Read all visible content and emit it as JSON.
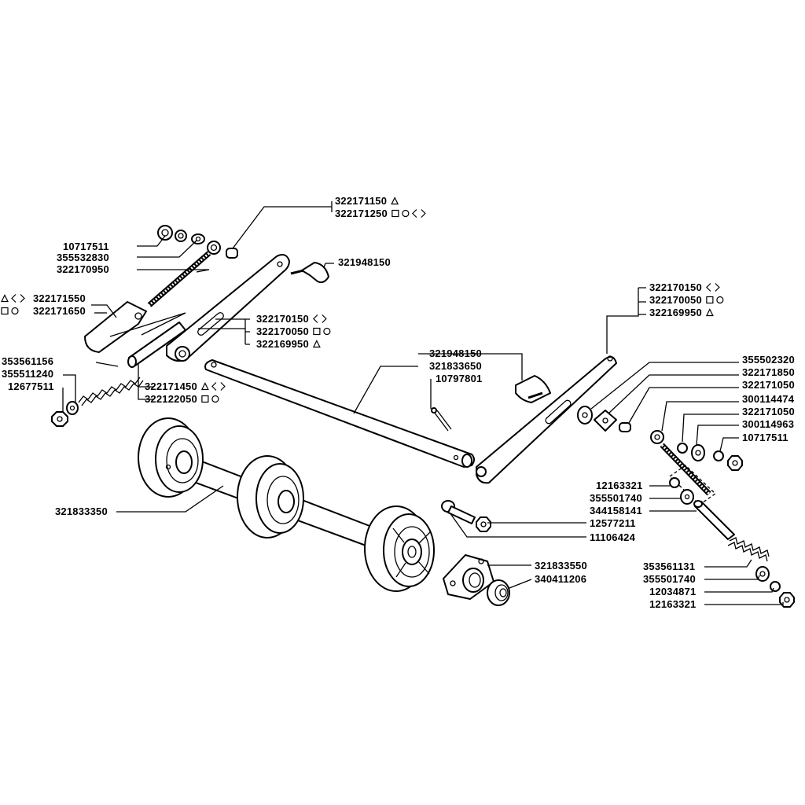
{
  "diagram": {
    "labels": [
      {
        "id": "l1",
        "text": "322171150",
        "symbols": [
          "triangle"
        ]
      },
      {
        "id": "l2",
        "text": "322171250",
        "symbols": [
          "square",
          "circle",
          "diamond"
        ]
      },
      {
        "id": "l3",
        "text": "10717511",
        "symbols": []
      },
      {
        "id": "l4",
        "text": "355532830",
        "symbols": []
      },
      {
        "id": "l5",
        "text": "322170950",
        "symbols": []
      },
      {
        "id": "l6",
        "text": "321948150",
        "symbols": []
      },
      {
        "id": "l7",
        "text": "322171550",
        "symbols": []
      },
      {
        "id": "l8",
        "text": "322171650",
        "symbols": []
      },
      {
        "id": "l9",
        "text": "322170150",
        "symbols": [
          "diamond"
        ]
      },
      {
        "id": "l10",
        "text": "322170050",
        "symbols": [
          "square",
          "circle"
        ]
      },
      {
        "id": "l11",
        "text": "322169950",
        "symbols": [
          "triangle"
        ]
      },
      {
        "id": "l12",
        "text": "353561156",
        "symbols": []
      },
      {
        "id": "l13",
        "text": "355511240",
        "symbols": []
      },
      {
        "id": "l14",
        "text": "12677511",
        "symbols": []
      },
      {
        "id": "l15",
        "text": "322171450",
        "symbols": [
          "triangle",
          "diamond"
        ]
      },
      {
        "id": "l16",
        "text": "322122050",
        "symbols": [
          "square",
          "circle"
        ]
      },
      {
        "id": "l17",
        "text": "321948150",
        "symbols": []
      },
      {
        "id": "l18",
        "text": "321833650",
        "symbols": []
      },
      {
        "id": "l19",
        "text": "10797801",
        "symbols": []
      },
      {
        "id": "l20",
        "text": "322170150",
        "symbols": [
          "diamond"
        ]
      },
      {
        "id": "l21",
        "text": "322170050",
        "symbols": [
          "square",
          "circle"
        ]
      },
      {
        "id": "l22",
        "text": "322169950",
        "symbols": [
          "triangle"
        ]
      },
      {
        "id": "l23",
        "text": "355502320",
        "symbols": []
      },
      {
        "id": "l24",
        "text": "322171850",
        "symbols": []
      },
      {
        "id": "l25",
        "text": "322171050",
        "symbols": []
      },
      {
        "id": "l26",
        "text": "300114474",
        "symbols": []
      },
      {
        "id": "l27",
        "text": "322171050",
        "symbols": []
      },
      {
        "id": "l28",
        "text": "300114963",
        "symbols": []
      },
      {
        "id": "l29",
        "text": "10717511",
        "symbols": []
      },
      {
        "id": "l30",
        "text": "321833350",
        "symbols": []
      },
      {
        "id": "l31",
        "text": "12163321",
        "symbols": []
      },
      {
        "id": "l32",
        "text": "355501740",
        "symbols": []
      },
      {
        "id": "l33",
        "text": "344158141",
        "symbols": []
      },
      {
        "id": "l34",
        "text": "12577211",
        "symbols": []
      },
      {
        "id": "l35",
        "text": "11106424",
        "symbols": []
      },
      {
        "id": "l36",
        "text": "321833550",
        "symbols": []
      },
      {
        "id": "l37",
        "text": "340411206",
        "symbols": []
      },
      {
        "id": "l38",
        "text": "353561131",
        "symbols": []
      },
      {
        "id": "l39",
        "text": "355501740",
        "symbols": []
      },
      {
        "id": "l40",
        "text": "12034871",
        "symbols": []
      },
      {
        "id": "l41",
        "text": "12163321",
        "symbols": []
      }
    ],
    "left_symbols_l7": [
      "triangle",
      "diamond"
    ],
    "left_symbols_l8": [
      "square",
      "circle"
    ]
  }
}
